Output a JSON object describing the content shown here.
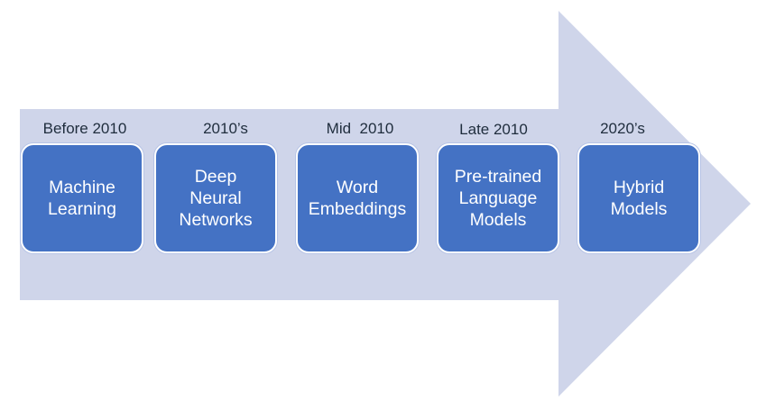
{
  "colors": {
    "arrow": "#cfd5ea",
    "box": "#4472c4",
    "box_border": "#ffffff",
    "label": "#1f2d3d"
  },
  "stages": [
    {
      "period": "Before 2010",
      "title": "Machine\nLearning"
    },
    {
      "period": "2010’s",
      "title": "Deep\nNeural\nNetworks"
    },
    {
      "period": "Mid  2010",
      "title": "Word\nEmbeddings"
    },
    {
      "period": "Late 2010",
      "title": "Pre-trained\nLanguage\nModels"
    },
    {
      "period": "2020’s",
      "title": "Hybrid\nModels"
    }
  ]
}
